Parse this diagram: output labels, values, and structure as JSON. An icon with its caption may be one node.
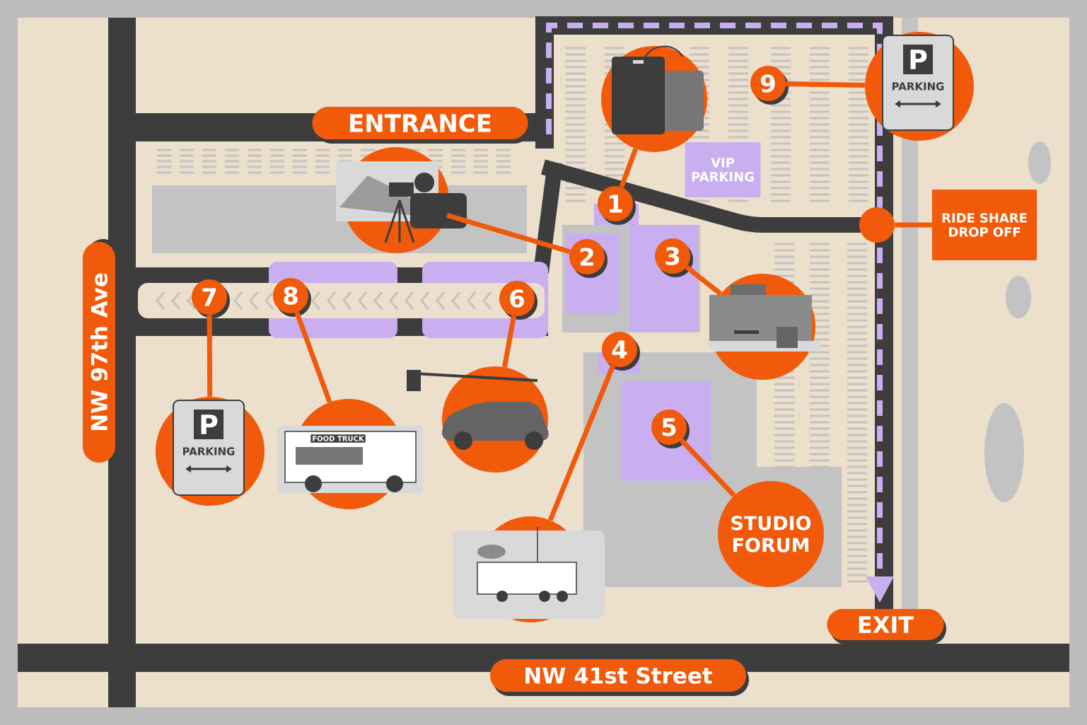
{
  "diagram": {
    "nodes": [
      {
        "text": [
          "1"
        ]
      },
      {
        "text": [
          "2"
        ]
      },
      {
        "text": [
          "3"
        ]
      },
      {
        "text": [
          "4"
        ]
      },
      {
        "text": [
          "5"
        ]
      },
      {
        "text": [
          "6"
        ]
      },
      {
        "text": [
          "7"
        ]
      },
      {
        "text": [
          "8"
        ]
      },
      {
        "text": [
          "9"
        ]
      },
      {
        "text": [],
        "shape": "picture"
      },
      {
        "text": [],
        "shape": "picture"
      },
      {
        "text": [],
        "shape": "picture"
      },
      {
        "text": [],
        "shape": "picture"
      },
      {
        "text": [
          "STUDIO FORUM"
        ]
      },
      {
        "text": [],
        "shape": "picture"
      },
      {
        "text": [
          "P",
          "PARKING"
        ]
      },
      {
        "text": [
          "FOOD TRUCK"
        ]
      },
      {
        "text": [
          "P",
          "PARKING"
        ]
      },
      {
        "text": [],
        "shape": "circle"
      },
      {
        "text": [
          "RIDE SHARE DROP OFF"
        ]
      }
    ],
    "edges": [
      {
        "from": 0,
        "to": 9,
        "arrow": "none"
      },
      {
        "from": 1,
        "to": 10,
        "arrow": "none"
      },
      {
        "from": 2,
        "to": 11,
        "arrow": "none"
      },
      {
        "from": 3,
        "to": 12,
        "arrow": "none"
      },
      {
        "from": 4,
        "to": 13,
        "arrow": "none"
      },
      {
        "from": 5,
        "to": 14,
        "arrow": "none"
      },
      {
        "from": 6,
        "to": 15,
        "arrow": "none"
      },
      {
        "from": 7,
        "to": 16,
        "arrow": "none"
      },
      {
        "from": 8,
        "to": 17,
        "arrow": "none"
      },
      {
        "from": 18,
        "to": 19,
        "arrow": "none"
      }
    ],
    "labels": [
      "ENTRANCE",
      "VIP PARKING",
      "NW 97th Ave",
      "EXIT",
      "NW 41st Street"
    ]
  }
}
